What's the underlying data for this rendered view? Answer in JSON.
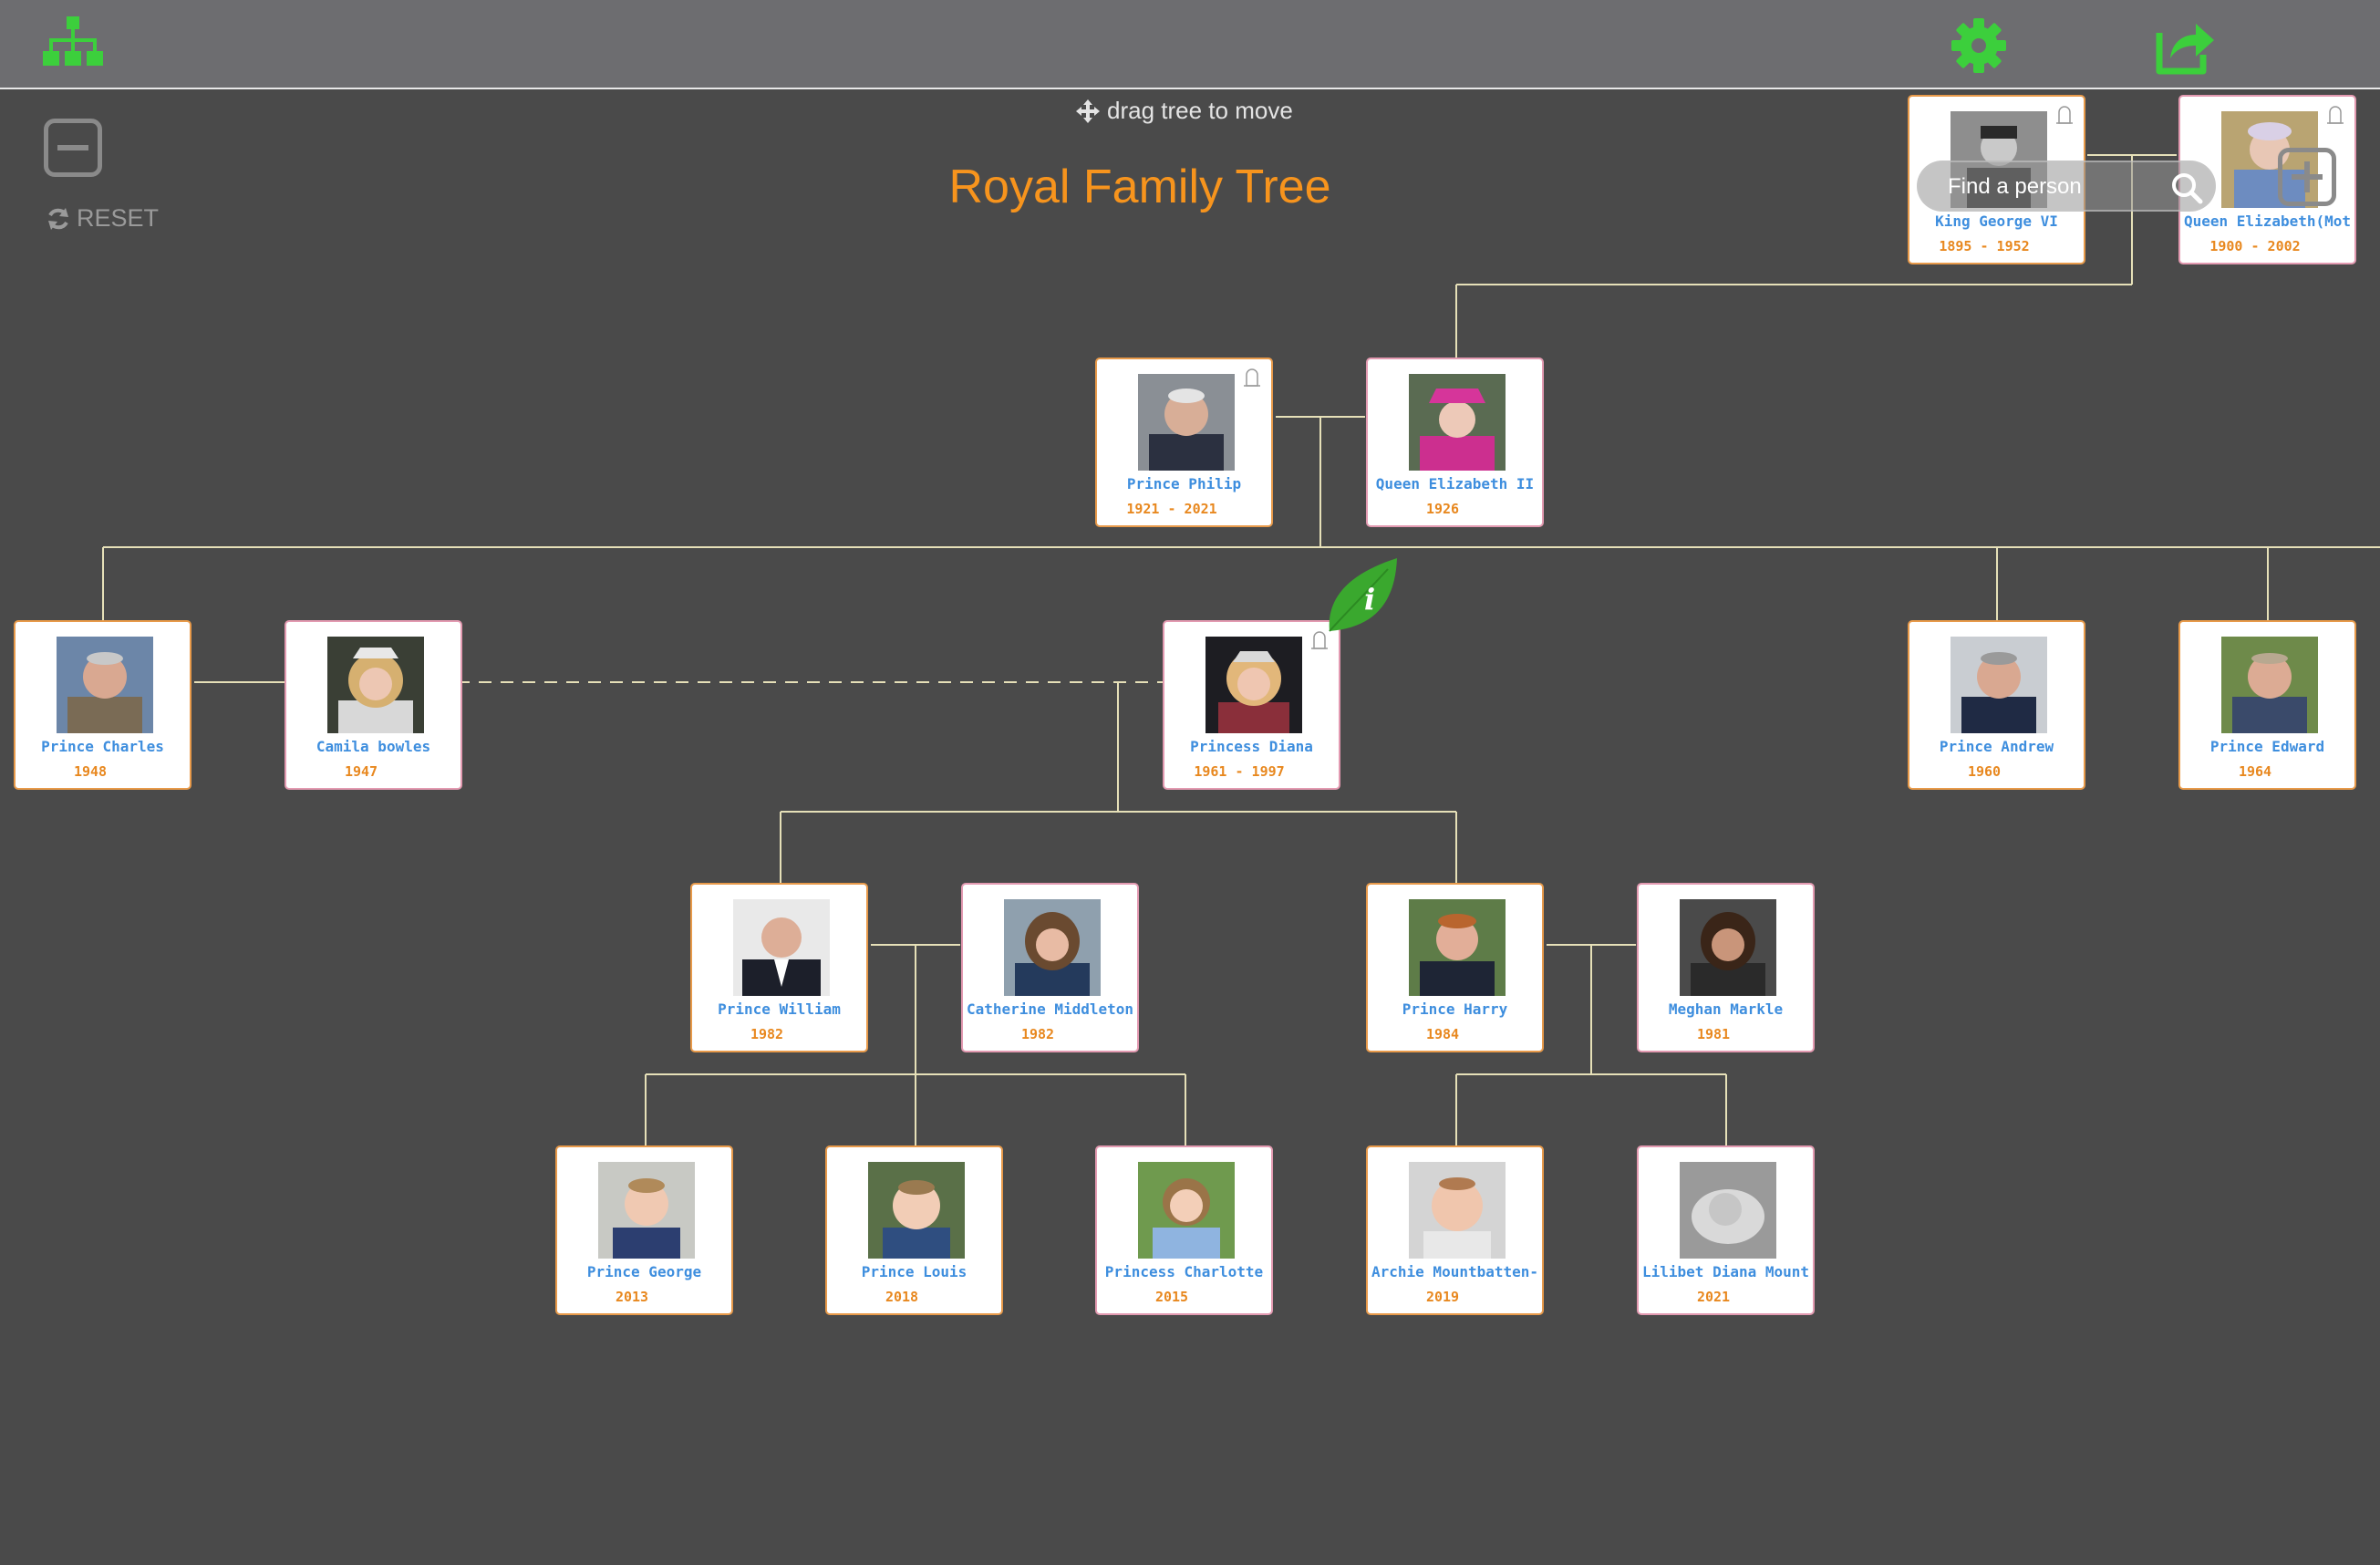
{
  "app": {
    "title": "Royal Family Tree",
    "drag_hint": "drag tree to move",
    "reset_label": "RESET",
    "search_placeholder": "Find a person"
  },
  "toolbar": {
    "left_icon": "family-tree-icon",
    "settings_icon": "gear-icon",
    "share_icon": "share-icon"
  },
  "colors": {
    "accent_green": "#3ccf3c",
    "title_orange": "#f7941d",
    "name_blue": "#3e8ede",
    "years_orange": "#e8881f",
    "male_border": "#e89a4a",
    "female_border": "#e39ab1"
  },
  "people": {
    "king_george": {
      "name": "King George VI",
      "years": "1895 - 1952",
      "deceased": true
    },
    "queen_mother": {
      "name": "Queen Elizabeth(Mot..",
      "years": "1900 - 2002",
      "deceased": true
    },
    "philip": {
      "name": "Prince Philip",
      "years": "1921 - 2021",
      "deceased": true
    },
    "elizabeth": {
      "name": "Queen Elizabeth II",
      "years": "1926",
      "deceased": false
    },
    "charles": {
      "name": "Prince Charles",
      "years": "1948",
      "deceased": false
    },
    "camilla": {
      "name": "Camila bowles",
      "years": "1947",
      "deceased": false
    },
    "diana": {
      "name": "Princess Diana",
      "years": "1961 - 1997",
      "deceased": true
    },
    "andrew": {
      "name": "Prince Andrew",
      "years": "1960",
      "deceased": false
    },
    "edward": {
      "name": "Prince Edward",
      "years": "1964",
      "deceased": false
    },
    "william": {
      "name": "Prince William",
      "years": "1982",
      "deceased": false
    },
    "catherine": {
      "name": "Catherine Middleton",
      "years": "1982",
      "deceased": false
    },
    "harry": {
      "name": "Prince Harry",
      "years": "1984",
      "deceased": false
    },
    "meghan": {
      "name": "Meghan Markle",
      "years": "1981",
      "deceased": false
    },
    "george": {
      "name": "Prince George",
      "years": "2013",
      "deceased": false
    },
    "louis": {
      "name": "Prince Louis",
      "years": "2018",
      "deceased": false
    },
    "charlotte": {
      "name": "Princess Charlotte",
      "years": "2015",
      "deceased": false
    },
    "archie": {
      "name": "Archie Mountbatten-..",
      "years": "2019",
      "deceased": false
    },
    "lilibet": {
      "name": "Lilibet Diana Mount..",
      "years": "2021",
      "deceased": false
    }
  }
}
